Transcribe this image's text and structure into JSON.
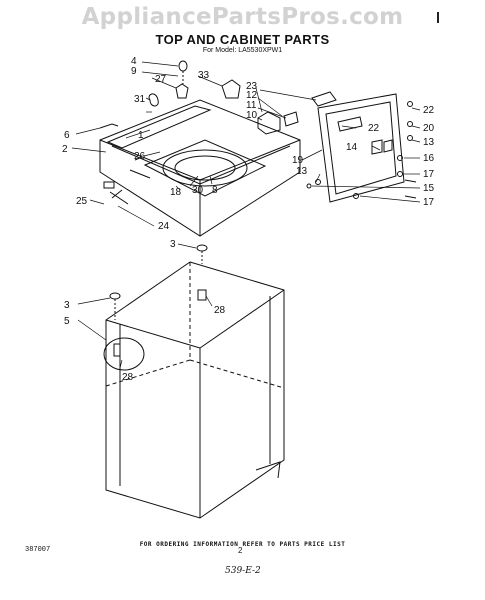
{
  "watermark": "AppliancePartsPros.com",
  "title": "TOP AND CABINET PARTS",
  "subtitle": "For Model: LA5530XPW1",
  "footer_note": "FOR ORDERING INFORMATION REFER TO PARTS PRICE LIST",
  "doc_number": "387007",
  "page_number": "2",
  "handwritten_note": "539-E-2",
  "callouts": [
    "1",
    "2",
    "3",
    "3",
    "3",
    "4",
    "5",
    "6",
    "8",
    "9",
    "10",
    "11",
    "12",
    "13",
    "13",
    "14",
    "15",
    "16",
    "17",
    "17",
    "18",
    "19",
    "20",
    "22",
    "22",
    "23",
    "24",
    "25",
    "26",
    "27",
    "28",
    "28",
    "30",
    "31",
    "33"
  ]
}
